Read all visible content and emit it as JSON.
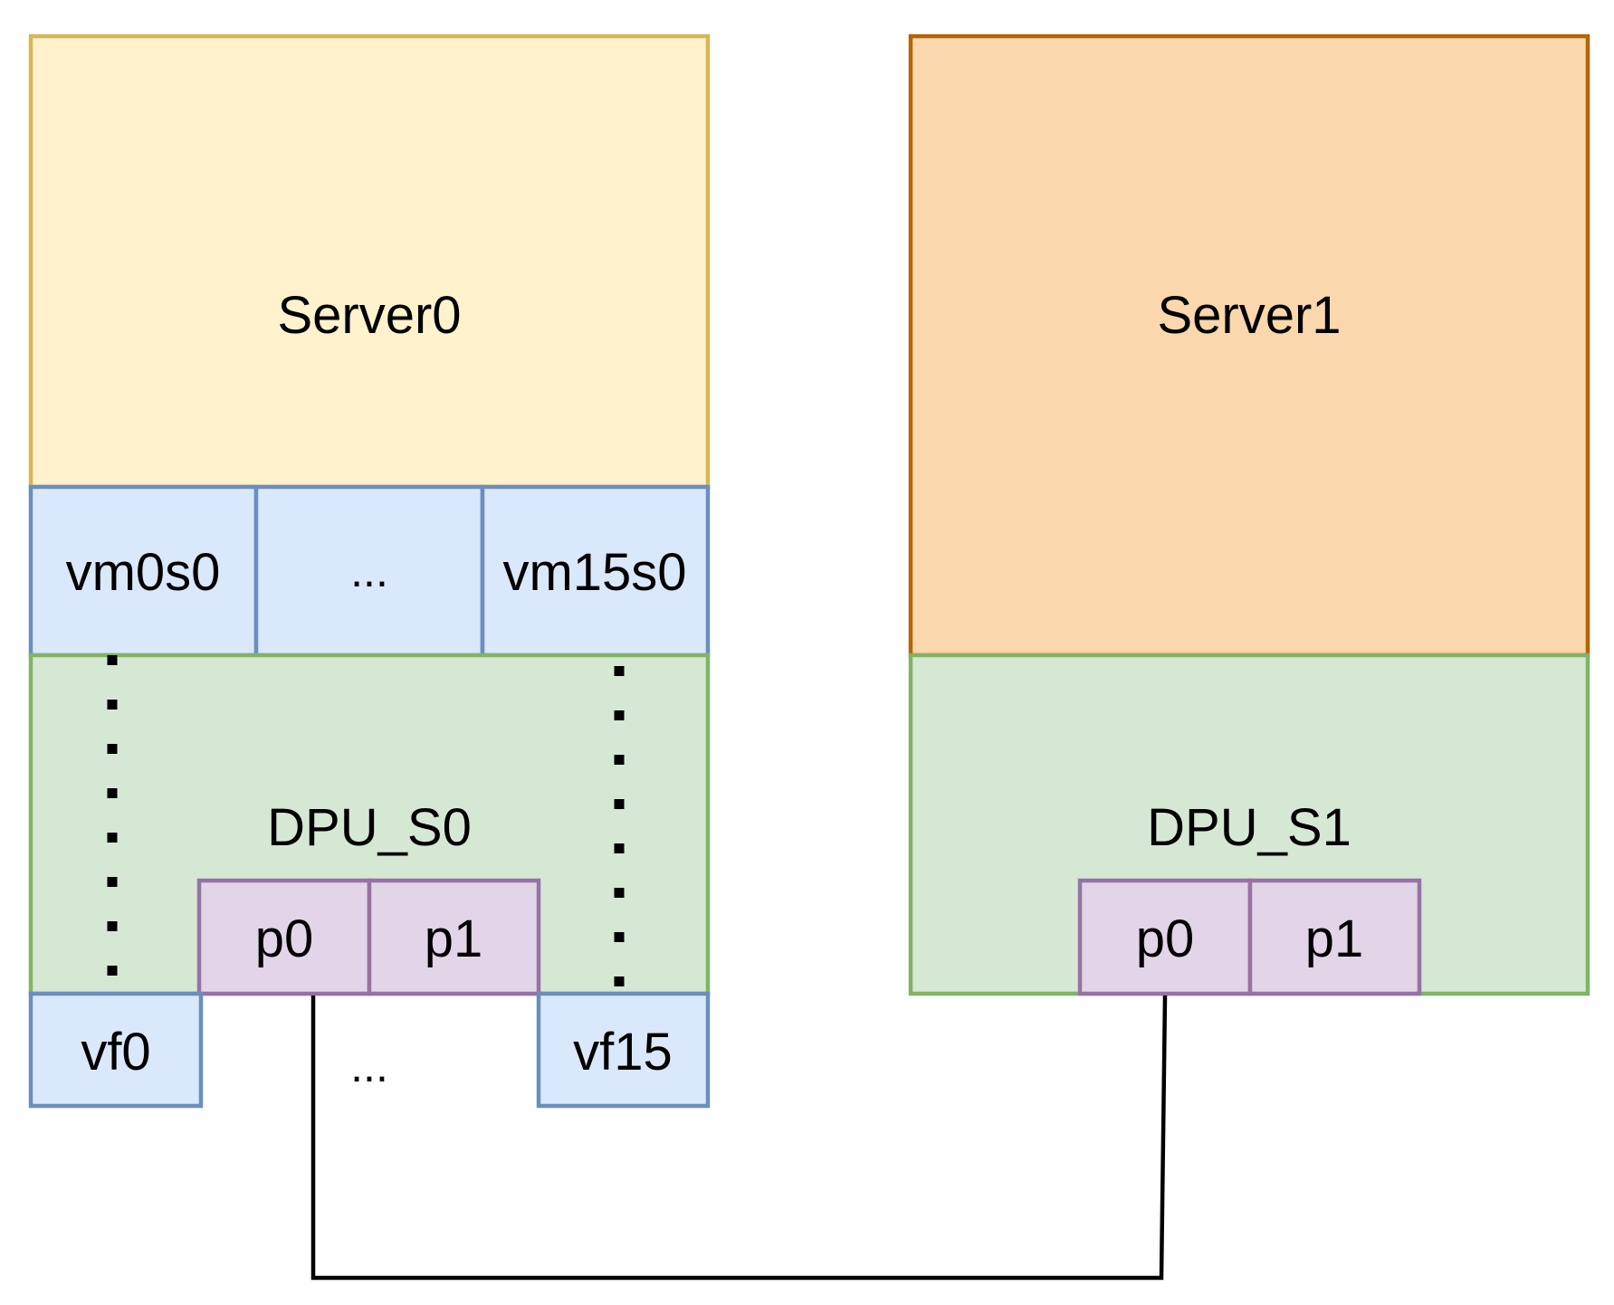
{
  "server0": {
    "label": "Server0",
    "fill": "#fff2cc",
    "stroke": "#d6b656"
  },
  "server1": {
    "label": "Server1",
    "fill": "#fad7ac",
    "stroke": "#b46504"
  },
  "vms": {
    "first": "vm0s0",
    "middle": "...",
    "last": "vm15s0",
    "fill": "#dae8fc",
    "stroke": "#6c8ebf"
  },
  "dpu0": {
    "label": "DPU_S0",
    "fill": "#d5e8d4",
    "stroke": "#82b366",
    "ports": [
      "p0",
      "p1"
    ]
  },
  "dpu1": {
    "label": "DPU_S1",
    "fill": "#d5e8d4",
    "stroke": "#82b366",
    "ports": [
      "p0",
      "p1"
    ]
  },
  "port_colors": {
    "fill": "#e1d5e7",
    "stroke": "#9673a6"
  },
  "vfs": {
    "first": "vf0",
    "middle": "...",
    "last": "vf15"
  },
  "link_color": "#000000"
}
